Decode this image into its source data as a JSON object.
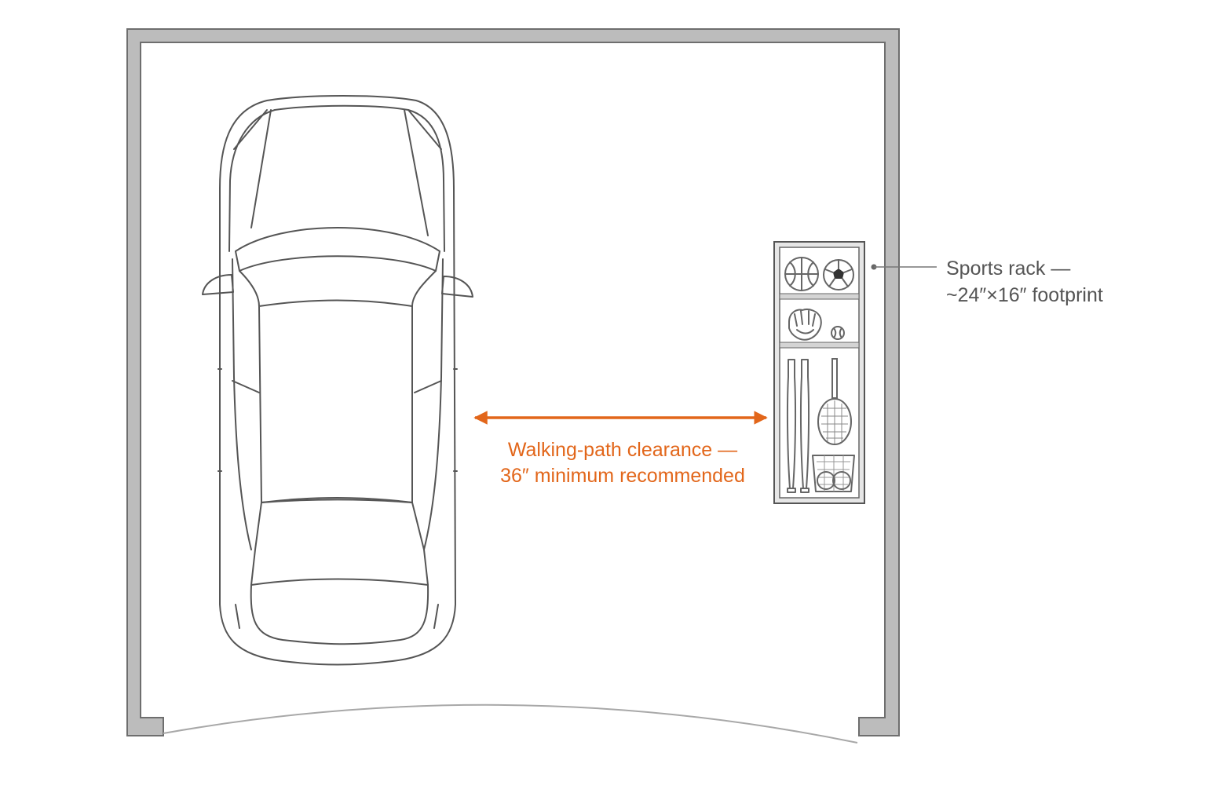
{
  "diagram": {
    "accent_color": "#e2661a",
    "wall_color": "#bcbcbc",
    "wall_outline_color": "#6e6e6e",
    "line_color": "#555555",
    "elements": {
      "car": {
        "icon": "car-top-view-icon"
      },
      "sports_rack": {
        "icon": "sports-rack-icon",
        "items": [
          "basketball-icon",
          "soccer-ball-icon",
          "baseball-glove-icon",
          "baseball-icon",
          "baseball-bat-icon",
          "tennis-racket-icon",
          "ball-basket-icon"
        ]
      },
      "garage_door": {
        "icon": "door-swing-arc"
      }
    },
    "labels": {
      "rack_line1": "Sports rack —",
      "rack_line2": "~24″×16″ footprint",
      "clearance_line1": "Walking-path clearance —",
      "clearance_line2": "36″ minimum recommended"
    }
  }
}
